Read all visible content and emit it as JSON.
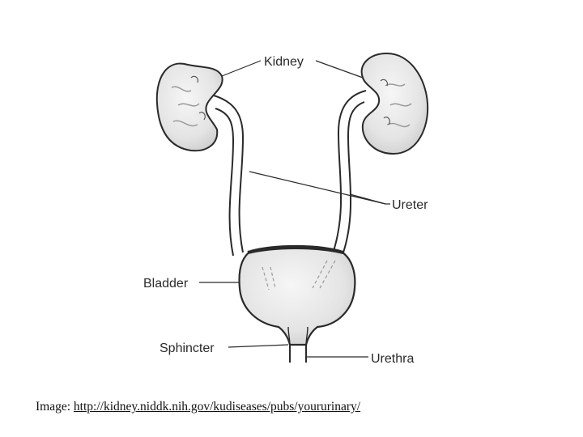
{
  "diagram": {
    "labels": {
      "kidney": "Kidney",
      "ureter": "Ureter",
      "bladder": "Bladder",
      "sphincter": "Sphincter",
      "urethra": "Urethra"
    }
  },
  "caption": {
    "prefix": "Image:",
    "link_text": "http://kidney.niddk.nih.gov/kudiseases/pubs/yoururinary/"
  },
  "colors": {
    "line": "#2a2a2a",
    "organ_fill": "#e9e9e9",
    "organ_shade": "#c9c9c9"
  }
}
